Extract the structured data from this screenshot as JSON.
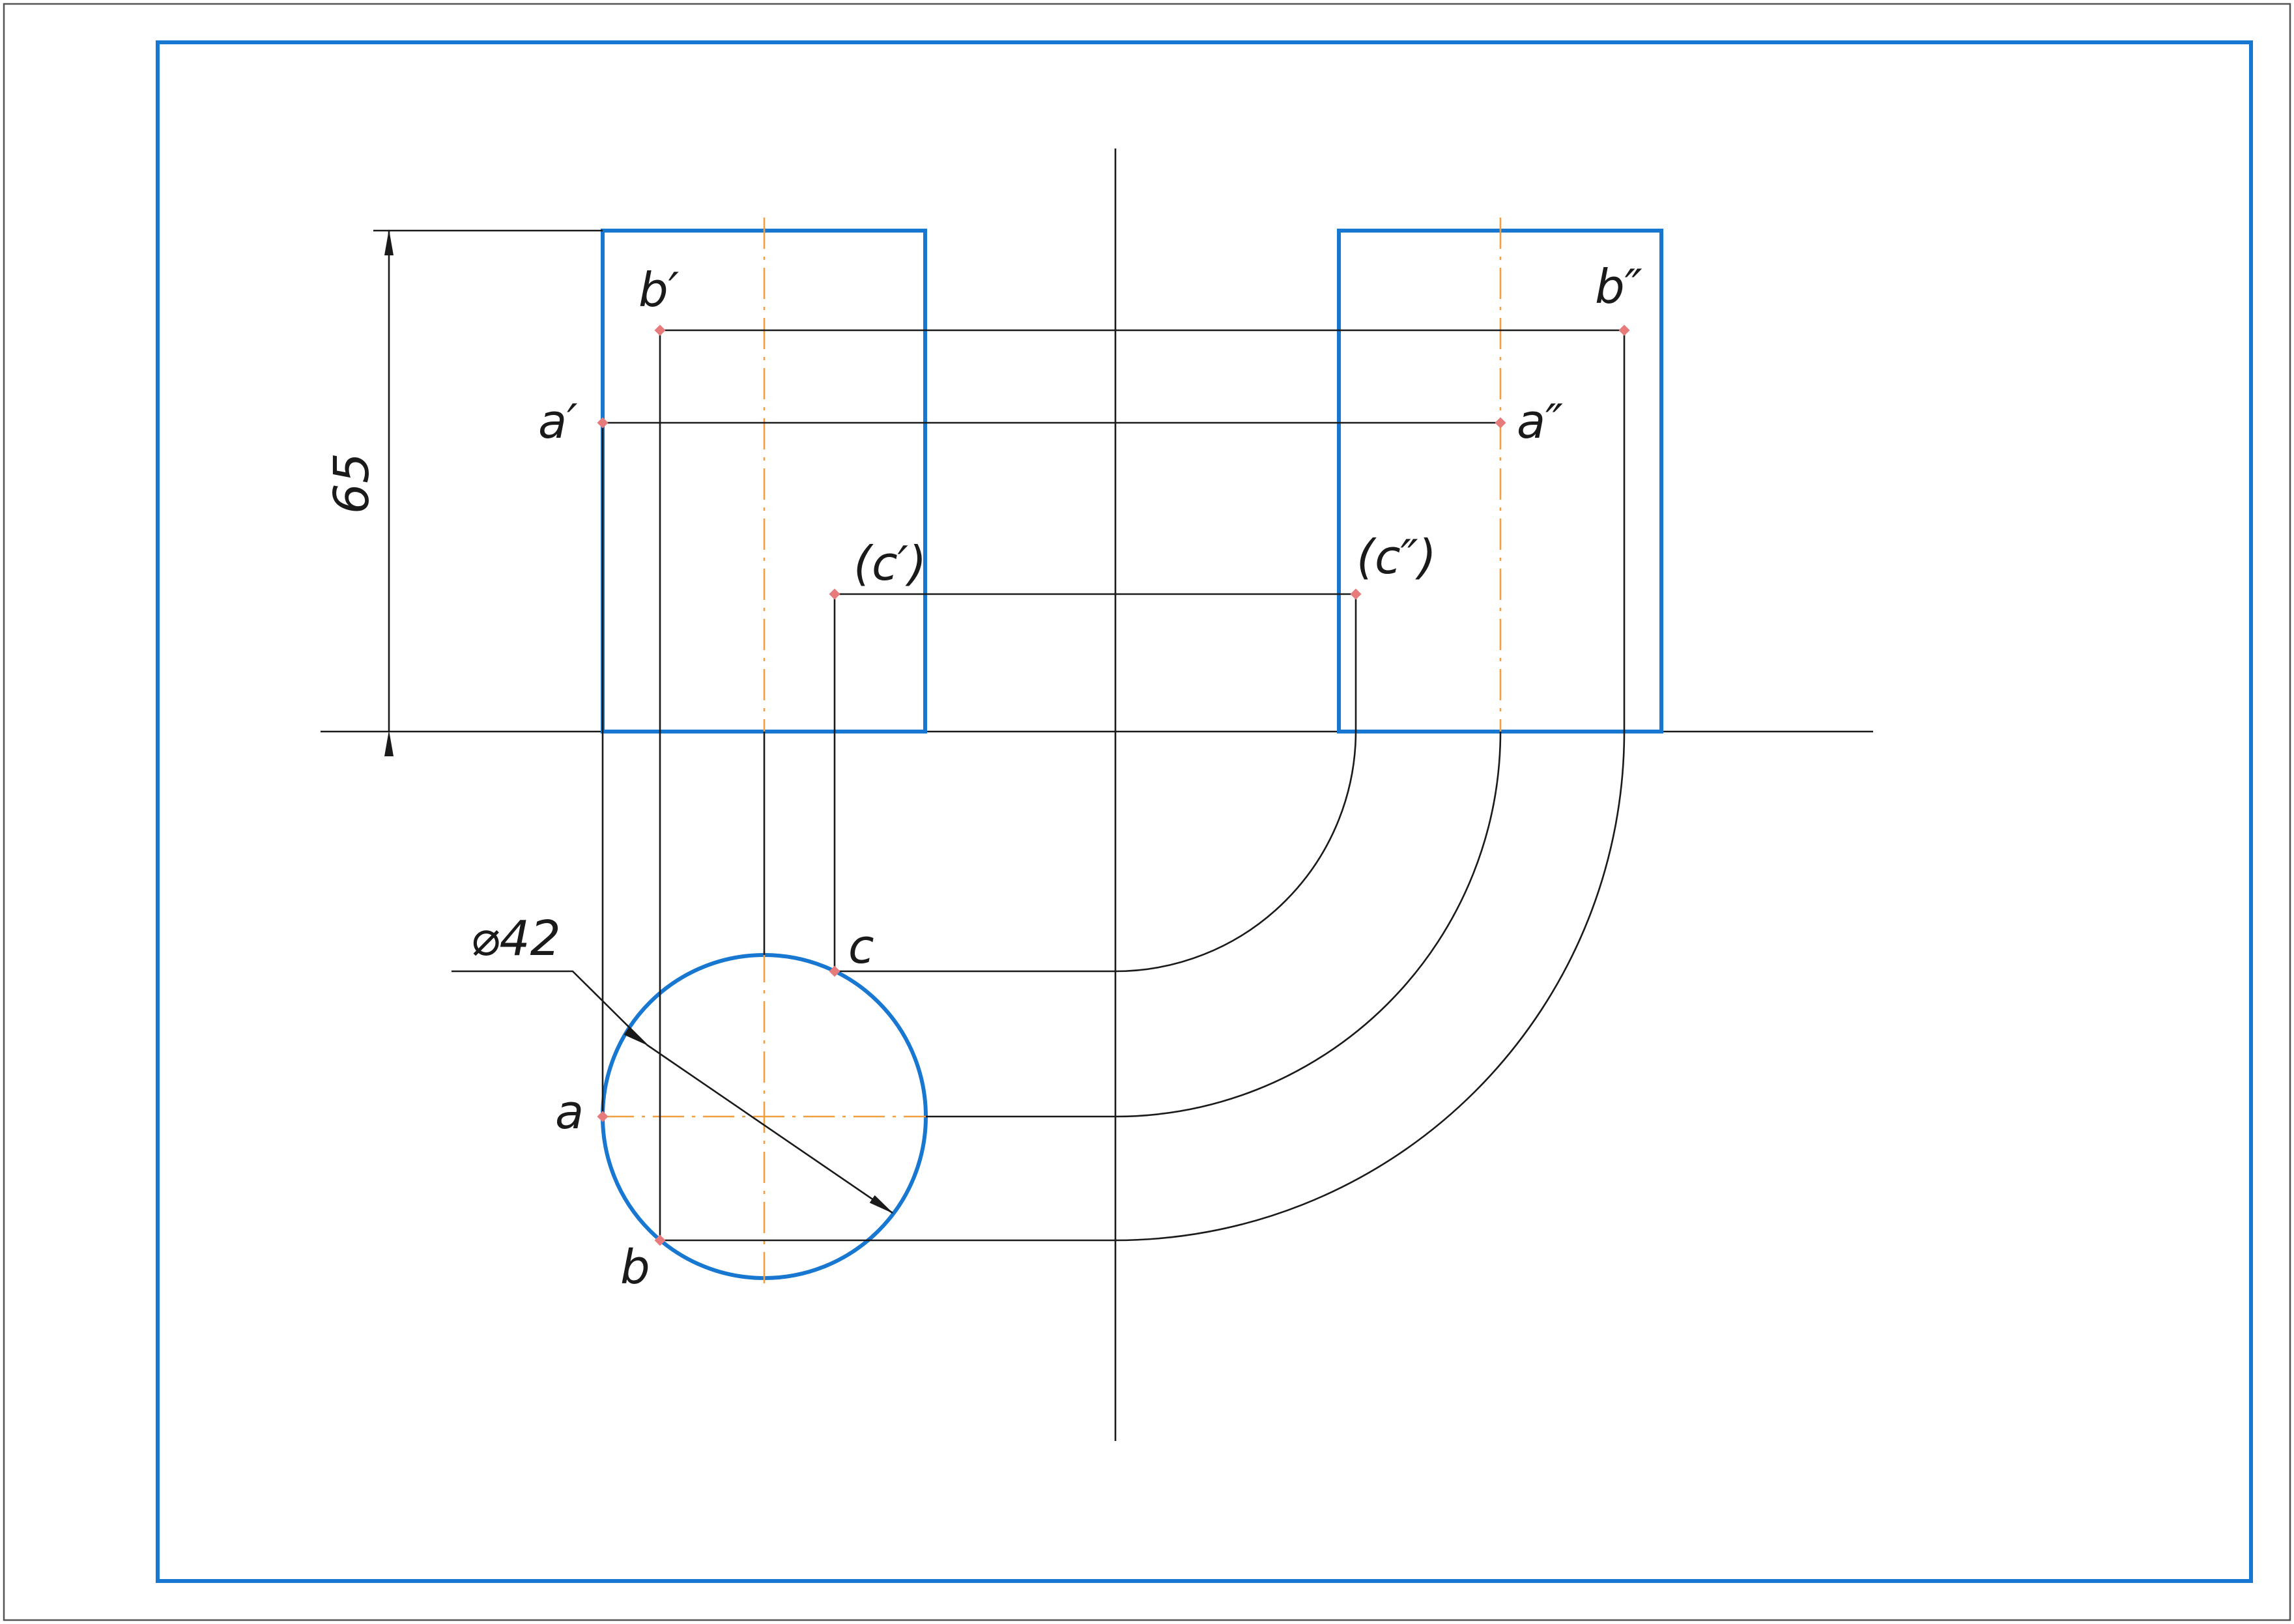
{
  "colors": {
    "frame": "#1777d1",
    "object": "#1777d1",
    "center_line": "#f0a040",
    "point": "#e77b7b",
    "line": "#1a1a1a"
  },
  "labels": {
    "b_front": "b′",
    "a_front": "a′",
    "c_front": "(c′)",
    "b_side": "b″",
    "a_side": "a″",
    "c_side": "(c″)",
    "a_top": "a",
    "b_top": "b",
    "c_top": "c"
  },
  "dimensions": {
    "height": "65",
    "diameter": "⌀42"
  }
}
